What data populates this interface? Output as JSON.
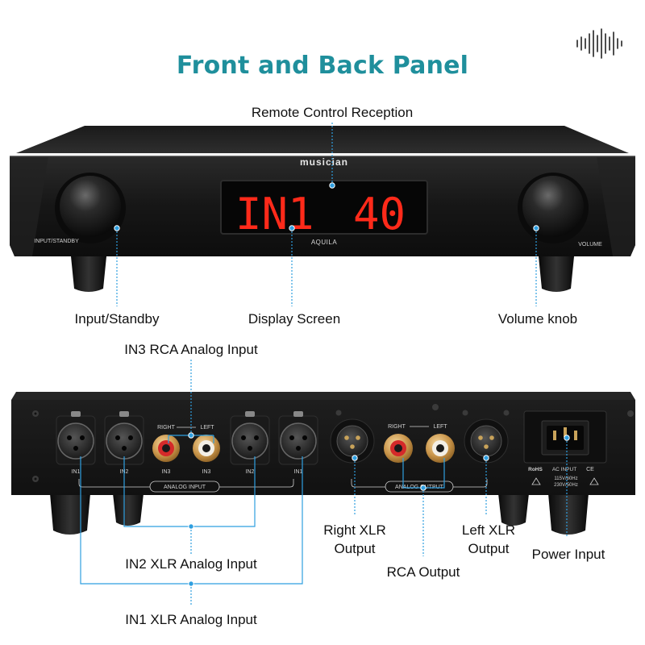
{
  "heading": {
    "title": "Front and Back Panel"
  },
  "brand": {
    "logo_text": "musician",
    "model": "AQUILA"
  },
  "display": {
    "input_text": "IN1",
    "volume_text": "40"
  },
  "front_panel": {
    "knob_left_label": "INPUT/STANDBY",
    "knob_right_label": "VOLUME"
  },
  "back_panel": {
    "in1_left": "IN1",
    "in2_left": "IN2",
    "in3_right": "IN3",
    "in3_left": "IN3",
    "in2_right": "IN2",
    "in1_right": "IN1",
    "right_in": "RIGHT",
    "left_in": "LEFT",
    "analog_input": "ANALOG INPUT",
    "right_out": "RIGHT",
    "left_out": "LEFT",
    "analog_output": "ANALOG OUTPUT",
    "rohs": "RoHS",
    "ac_input": "AC INPUT",
    "ce": "CE",
    "voltage_1": "115V/60Hz",
    "voltage_2": "230V/50Hz"
  },
  "callouts": {
    "remote": "Remote Control Reception",
    "input_standby": "Input/Standby",
    "display_screen": "Display Screen",
    "volume_knob": "Volume knob",
    "in3_rca": "IN3 RCA Analog Input",
    "right_xlr": "Right XLR\nOutput",
    "left_xlr": "Left XLR\nOutput",
    "power_input": "Power Input",
    "in2_xlr": "IN2 XLR Analog Input",
    "rca_output": "RCA Output",
    "in1_xlr": "IN1 XLR Analog Input"
  },
  "colors": {
    "accent": "#1f8f9c",
    "callout_line": "#2f9fe0",
    "led_red": "#ff2a1a"
  },
  "icons": [
    "sound-wave-icon"
  ]
}
